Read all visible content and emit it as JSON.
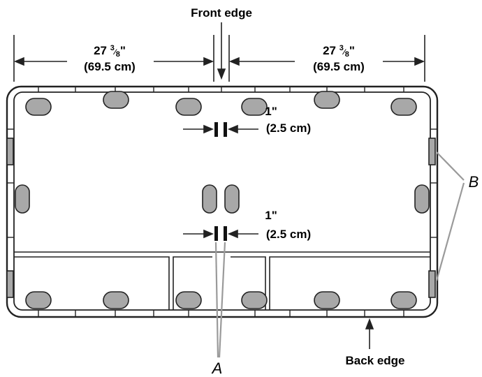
{
  "labels": {
    "front_edge": "Front edge",
    "back_edge": "Back edge",
    "left_width_inch": "27",
    "left_width_frac_num": "3",
    "left_width_frac_den": "8",
    "left_width_cm": "(69.5 cm)",
    "right_width_inch": "27",
    "right_width_frac_num": "3",
    "right_width_frac_den": "8",
    "right_width_cm": "(69.5 cm)",
    "gap_top_inch": "1\"",
    "gap_top_cm": "(2.5 cm)",
    "gap_bottom_inch": "1\"",
    "gap_bottom_cm": "(2.5 cm)",
    "callout_a": "A",
    "callout_b": "B"
  },
  "colors": {
    "outline": "#222222",
    "feet_fill": "#a8a8a8",
    "leader_gray": "#9a9a9a",
    "marker_black": "#111111"
  }
}
